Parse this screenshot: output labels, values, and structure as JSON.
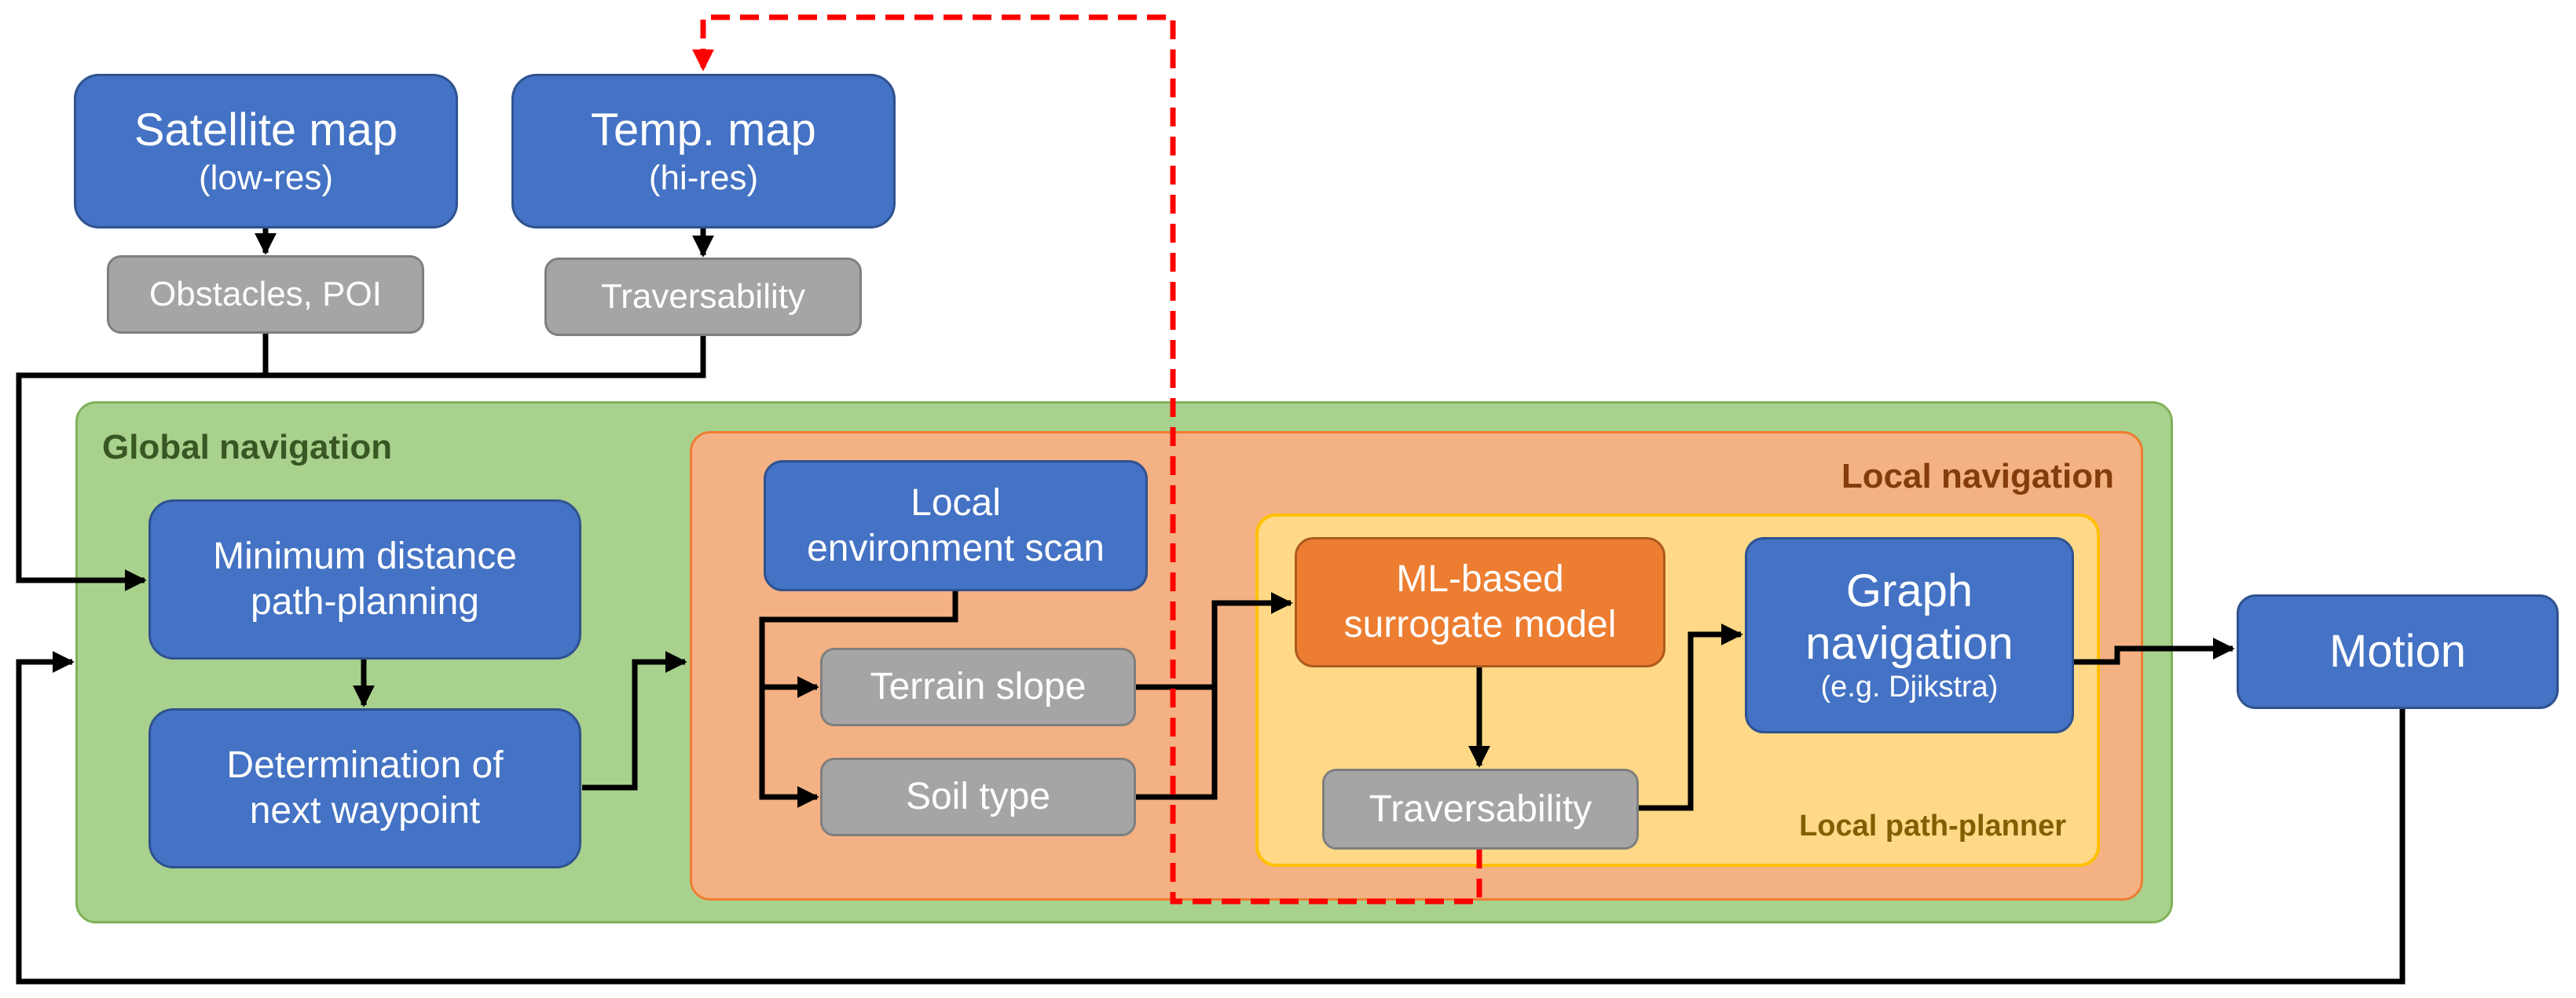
{
  "colors": {
    "block_blue": "#4472c4",
    "block_gray": "#a5a5a5",
    "block_orange": "#ed7d31",
    "global_region": "#a9d18e",
    "local_region": "#f4b183",
    "planner_region": "#ffe699",
    "feedback_link": "#ff0000"
  },
  "blocks": {
    "satellite_map": {
      "title": "Satellite map",
      "subtitle": "(low-res)"
    },
    "temp_map": {
      "title": "Temp. map",
      "subtitle": "(hi-res)"
    },
    "obstacles_poi": "Obstacles, POI",
    "traversability_top": "Traversability",
    "min_distance": {
      "line1": "Minimum distance",
      "line2": "path-planning"
    },
    "next_waypoint": {
      "line1": "Determination of",
      "line2": "next waypoint"
    },
    "local_env_scan": {
      "line1": "Local",
      "line2": "environment scan"
    },
    "terrain_slope": "Terrain slope",
    "soil_type": "Soil type",
    "ml_model": {
      "line1": "ML-based",
      "line2": "surrogate  model"
    },
    "traversability_local": "Traversability",
    "graph_nav": {
      "line1": "Graph",
      "line2": "navigation",
      "line3": "(e.g. Djikstra)"
    },
    "motion": "Motion"
  },
  "regions": {
    "global_navigation": "Global navigation",
    "local_navigation": "Local navigation",
    "local_path_planner": "Local path-planner"
  }
}
